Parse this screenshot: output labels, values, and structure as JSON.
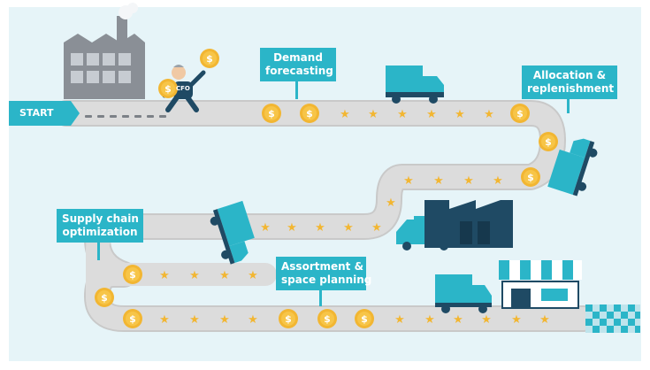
{
  "start_label": "START",
  "cfo_label": "CFO",
  "coin_symbol": "$",
  "steps": [
    {
      "id": "demand",
      "line1": "Demand",
      "line2": "forecasting"
    },
    {
      "id": "allocation",
      "line1": "Allocation &",
      "line2": "replenishment"
    },
    {
      "id": "supply",
      "line1": "Supply chain",
      "line2": "optimization"
    },
    {
      "id": "assortment",
      "line1": "Assortment &",
      "line2": "space planning"
    }
  ],
  "colors": {
    "background": "#e6f4f8",
    "road": "#d8d8d8",
    "road_edge": "#c9c9c9",
    "teal": "#2bb5c8",
    "teal_dark": "#1e7f8e",
    "navy": "#1f4a64",
    "coin": "#f2b632",
    "coin_face": "#f7c548",
    "star": "#f2b632",
    "factory": "#8a8f96",
    "factory_window": "#c7ccd2"
  },
  "icons": [
    "factory-icon",
    "cfo-runner-icon",
    "truck-icon",
    "warehouse-icon",
    "store-icon",
    "finish-flag-icon"
  ]
}
